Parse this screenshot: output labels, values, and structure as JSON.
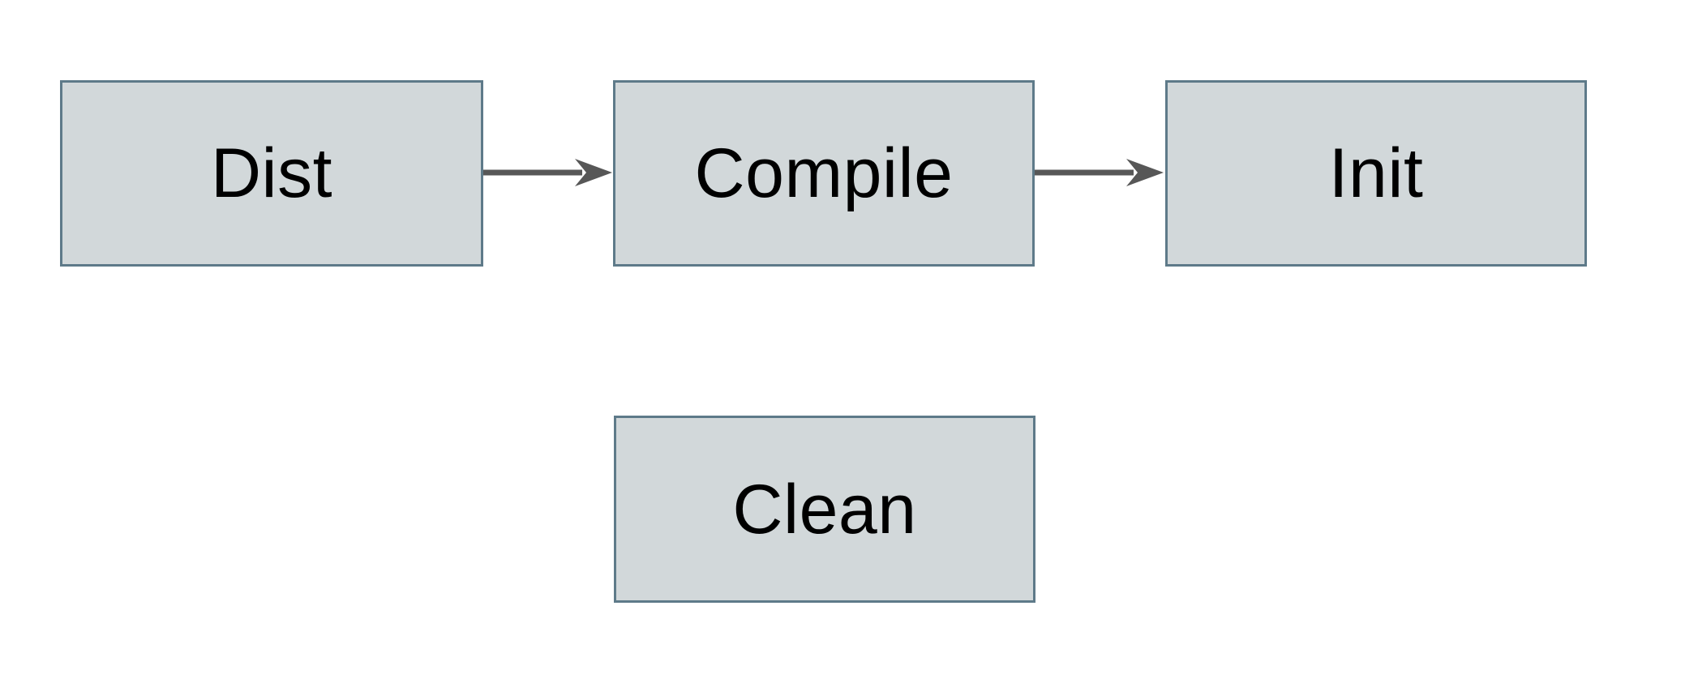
{
  "diagram": {
    "type": "flowchart",
    "background": "#ffffff",
    "style": {
      "node_fill": "#d2d8da",
      "node_border": "#5e7a89",
      "arrow_color": "#575757",
      "label_color": "#000000"
    },
    "nodes": [
      {
        "id": "dist",
        "label": "Dist"
      },
      {
        "id": "compile",
        "label": "Compile"
      },
      {
        "id": "init",
        "label": "Init"
      },
      {
        "id": "clean",
        "label": "Clean"
      }
    ],
    "edges": [
      {
        "from": "dist",
        "to": "compile",
        "direction": "right"
      },
      {
        "from": "compile",
        "to": "init",
        "direction": "right"
      }
    ]
  }
}
